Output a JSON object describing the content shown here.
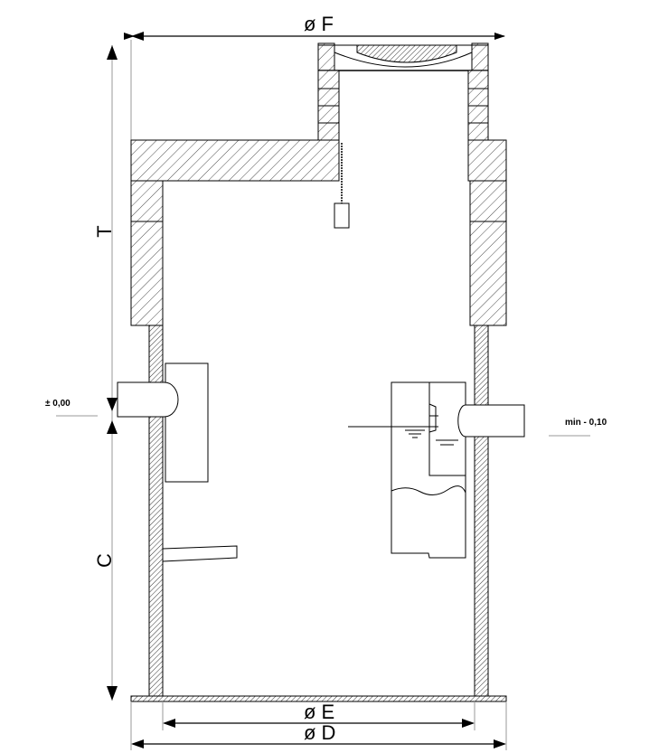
{
  "dimensions": {
    "top_diameter": "ø F",
    "inner_diameter": "ø E",
    "outer_diameter": "ø D",
    "total_height": "T",
    "lower_height": "C"
  },
  "levels": {
    "inlet_level": "± 0,00",
    "outlet_level": "min - 0,10"
  }
}
